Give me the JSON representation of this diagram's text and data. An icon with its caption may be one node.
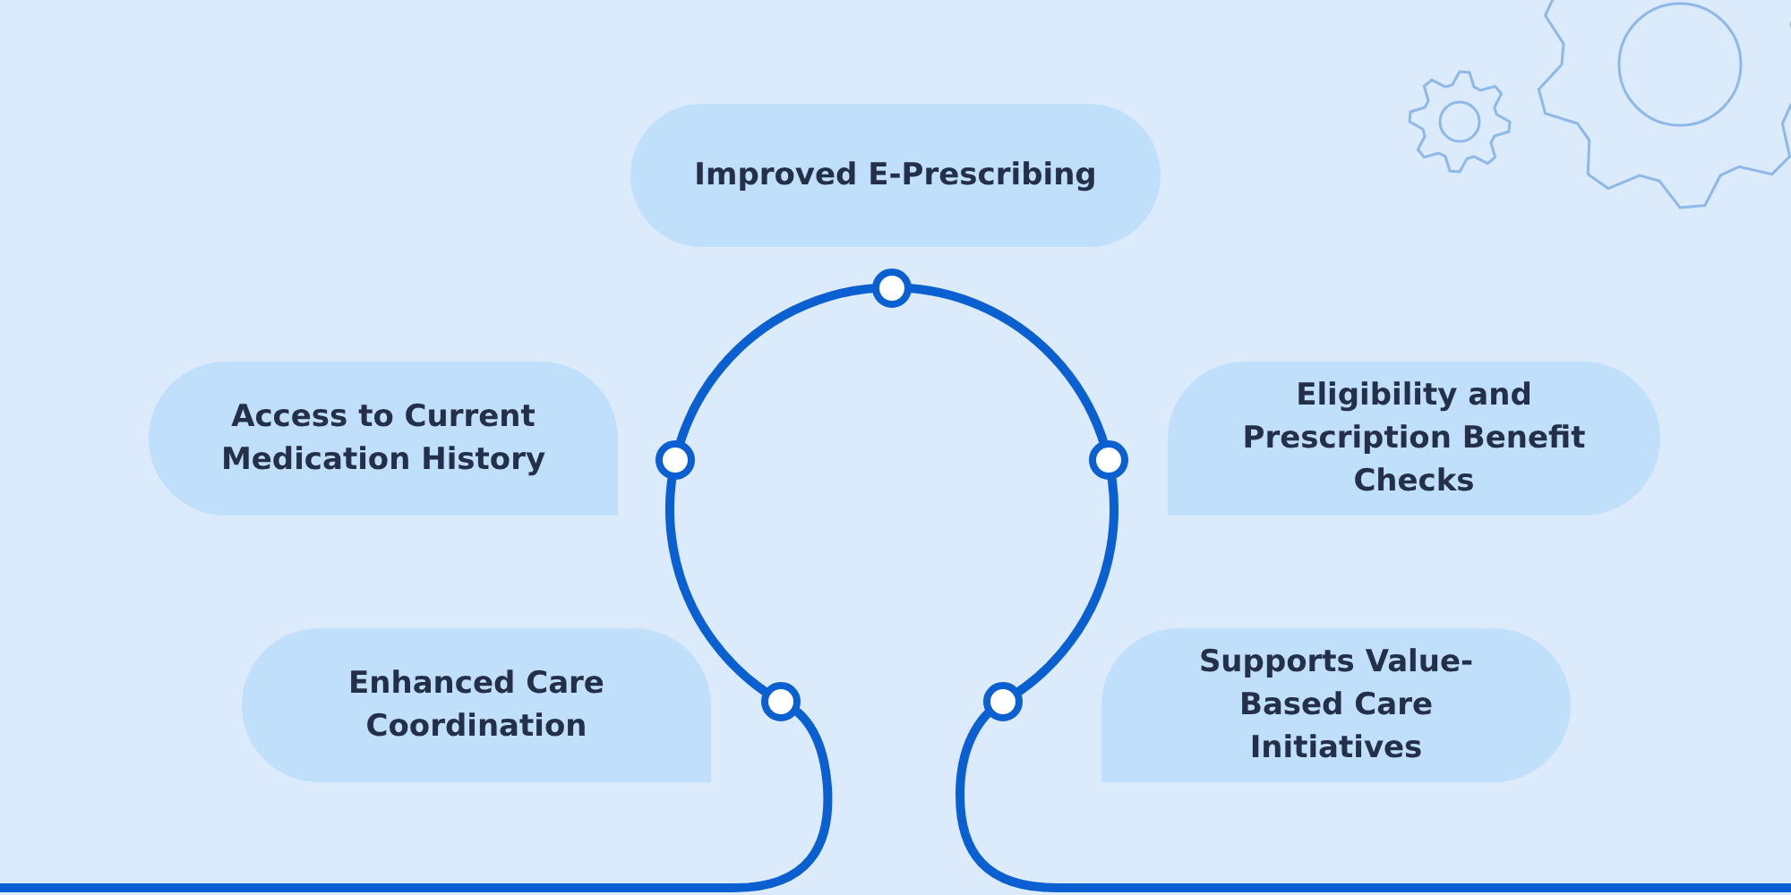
{
  "diagram": {
    "nodes": [
      {
        "text": [
          "Improved E-Prescribing"
        ]
      },
      {
        "text": [
          "Access to Current Medication History"
        ]
      },
      {
        "text": [
          "Eligibility and Prescription Benefit Checks"
        ]
      },
      {
        "text": [
          "Enhanced Care Coordination"
        ]
      },
      {
        "text": [
          "Supports Value-Based Care Initiatives"
        ]
      }
    ],
    "edges": []
  }
}
